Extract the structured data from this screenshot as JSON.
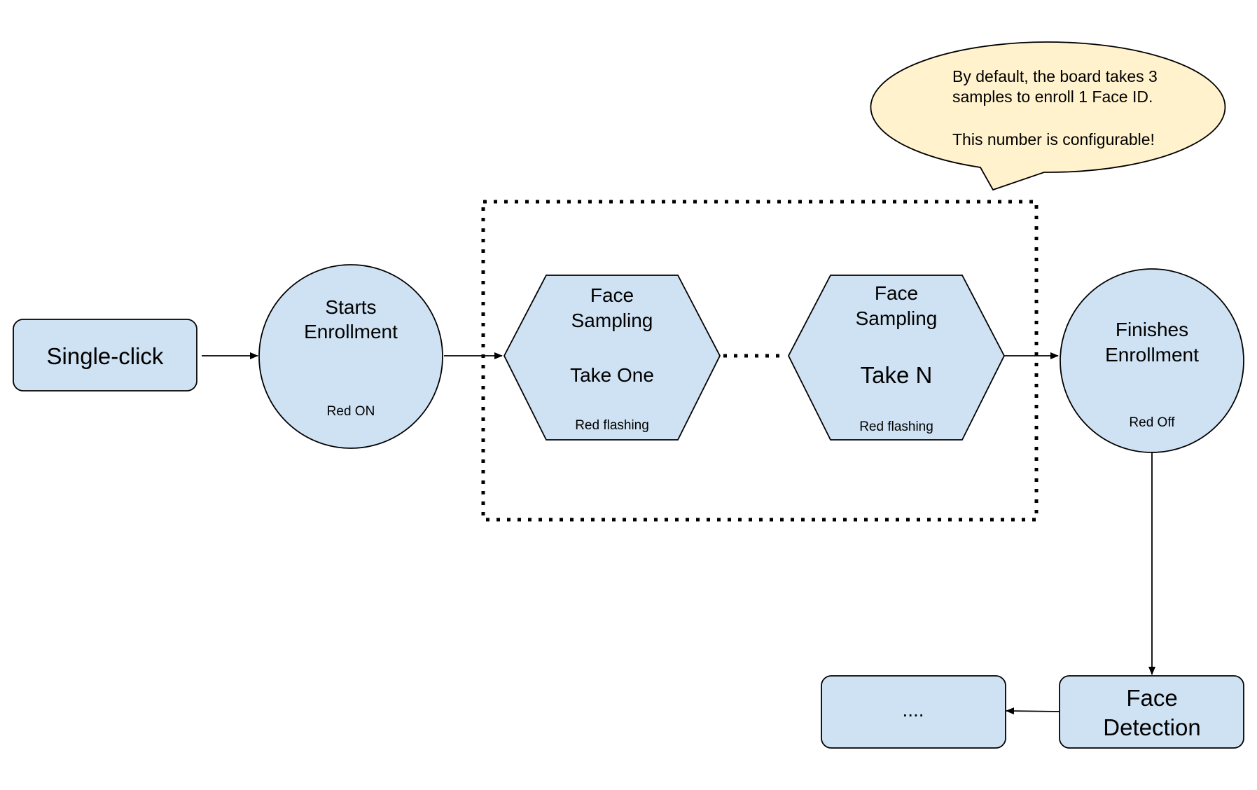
{
  "nodes": {
    "single_click": "Single-click",
    "starts": {
      "line1": "Starts",
      "line2": "Enrollment",
      "status": "Red ON"
    },
    "sampling_one": {
      "line1": "Face",
      "line2": "Sampling",
      "take": "Take One",
      "status": "Red flashing"
    },
    "sampling_n": {
      "line1": "Face",
      "line2": "Sampling",
      "take": "Take N",
      "status": "Red flashing"
    },
    "finishes": {
      "line1": "Finishes",
      "line2": "Enrollment",
      "status": "Red Off"
    },
    "face_detection": {
      "line1": "Face",
      "line2": "Detection"
    },
    "next": "...."
  },
  "callout": {
    "line1": "By default, the board takes 3",
    "line2": "samples to enroll 1 Face ID.",
    "line3": "This number is configurable!"
  },
  "colors": {
    "node_fill": "#cfe2f3",
    "callout_fill": "#fff2cc",
    "stroke": "#000000"
  }
}
